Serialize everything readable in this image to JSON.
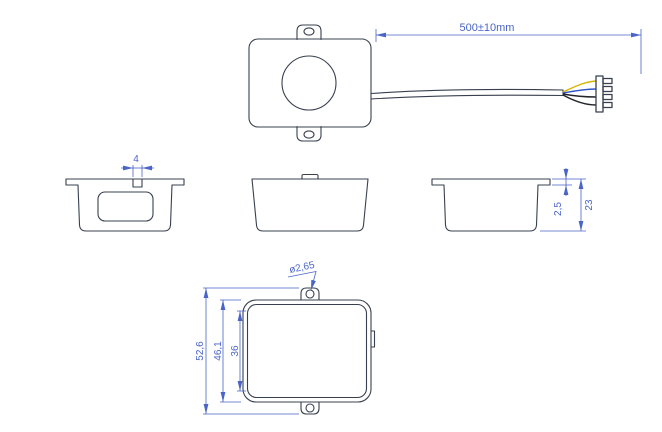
{
  "colors": {
    "outline": "#38404f",
    "dimension": "#4a64c8",
    "wire_yellow": "#d8b500",
    "wire_blue": "#3156c8",
    "wire_black": "#24262b",
    "background": "#ffffff"
  },
  "dimensions": {
    "cable_length": "500±10mm",
    "notch_width": "4",
    "flange_thickness": "2,5",
    "overall_depth": "23",
    "overall_length": "52,6",
    "body_length": "46,1",
    "inner_length": "36",
    "hole_diameter": "ø2,65"
  }
}
